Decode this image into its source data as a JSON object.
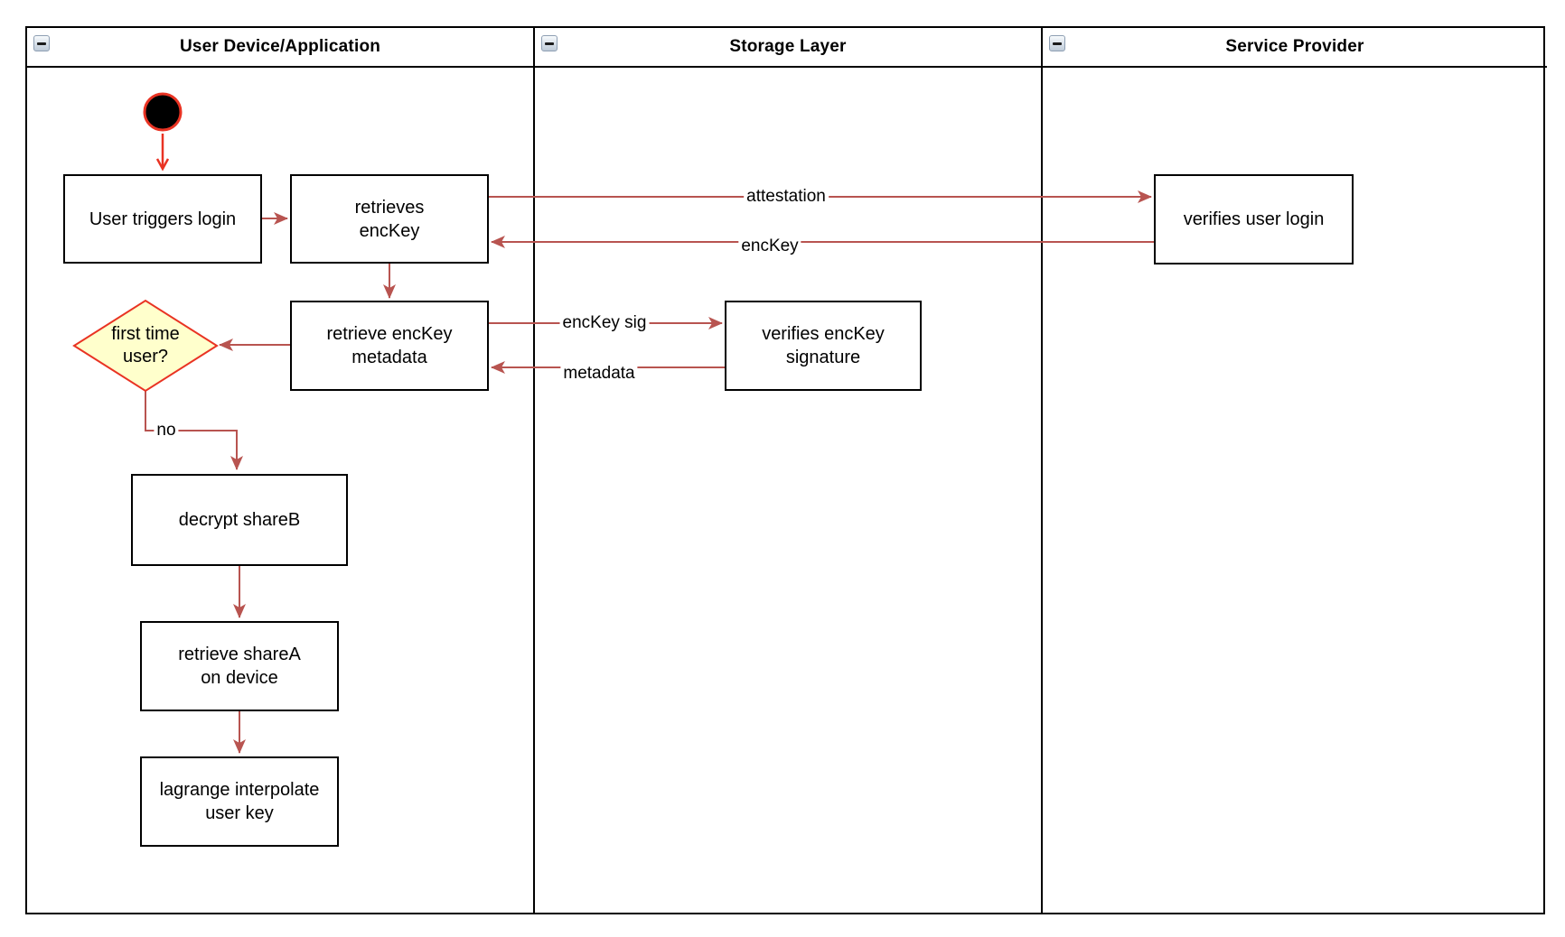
{
  "lanes": [
    {
      "title": "User Device/Application"
    },
    {
      "title": "Storage Layer"
    },
    {
      "title": "Service Provider"
    }
  ],
  "nodes": {
    "user_triggers_login": "User triggers login",
    "retrieves_enckey": "retrieves\nencKey",
    "retrieve_enckey_metadata": "retrieve encKey\nmetadata",
    "first_time_user": "first time\nuser?",
    "decrypt_shareb": "decrypt shareB",
    "retrieve_sharea": "retrieve shareA\non device",
    "lagrange_interpolate": "lagrange interpolate\nuser key",
    "verifies_enckey_signature": "verifies encKey\nsignature",
    "verifies_user_login": "verifies user login"
  },
  "edge_labels": {
    "attestation": "attestation",
    "enckey": "encKey",
    "enckey_sig": "encKey sig",
    "metadata": "metadata",
    "no": "no"
  },
  "colors": {
    "connector": "#B85450",
    "accent_red": "#E93323",
    "decision_fill": "#FFFFCC",
    "line": "#000000"
  }
}
